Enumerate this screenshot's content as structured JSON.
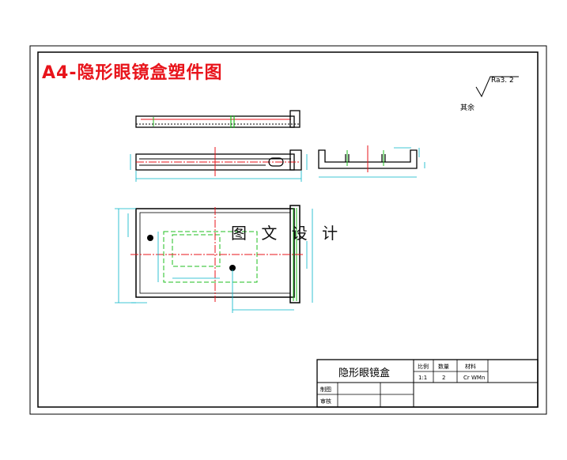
{
  "drawing": {
    "title": "A4-隐形眼镜盒塑件图",
    "watermark": "图 文 设 计",
    "roughness": {
      "value": "Ra3. 2",
      "note": "其余"
    },
    "colors": {
      "title": "#e8141b",
      "outline": "#000000",
      "dimension": "#00b4c8",
      "hidden_line": "#1fbf1f",
      "center_line": "#e8141b"
    }
  },
  "title_block": {
    "part_name": "隐形眼镜盒",
    "scale_header": "比例",
    "quantity_header": "数量",
    "material_header": "材料",
    "scale_value": "1:1",
    "quantity_value": "2",
    "material_value": "Cr WMn",
    "drawn_by_label": "制图",
    "checked_by_label": "审核"
  }
}
